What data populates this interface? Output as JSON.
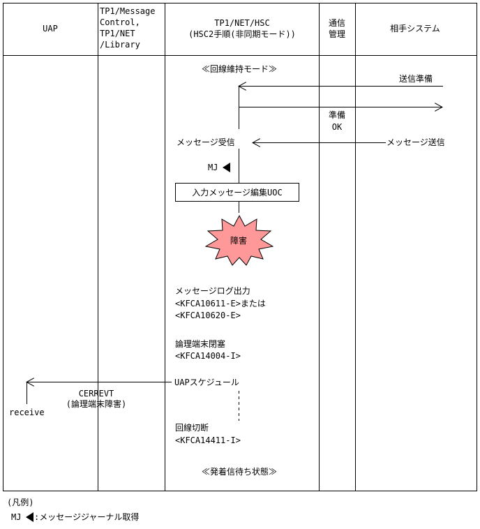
{
  "header": {
    "col_uap": "UAP",
    "col_tp1_message": [
      "TP1/Message",
      "Control,",
      "TP1/NET",
      "/Library"
    ],
    "col_hsc": [
      "TP1/NET/HSC",
      "(HSC2手順(非同期モード))"
    ],
    "col_comm": [
      "通信",
      "管理"
    ],
    "col_remote": "相手システム"
  },
  "flow": {
    "state_maintain": "≪回線維持モード≫",
    "send_prepare": "送信準備",
    "ready_ok": [
      "準備",
      "OK"
    ],
    "message_receive": "メッセージ受信",
    "message_send": "メッセージ送信",
    "mj": "MJ",
    "uoc_box": "入力メッセージ編集UOC",
    "failure": "障害",
    "log_output": [
      "メッセージログ出力",
      "<KFCA10611-E>または",
      "<KFCA10620-E>"
    ],
    "terminal_blocked": [
      "論理端末閉塞",
      "<KFCA14004-I>"
    ],
    "uap_schedule": "UAPスケジュール",
    "cerrevt": [
      "CERREVT",
      "(論理端末障害)"
    ],
    "receive": "receive",
    "line_disconnect": [
      "回線切断",
      "<KFCA14411-I>"
    ],
    "state_wait": "≪発着信待ち状態≫"
  },
  "legend": {
    "title": "(凡例)",
    "mj": "MJ",
    "description": ":メッセージジャーナル取得"
  },
  "colors": {
    "failure_fill": "#ff9999",
    "line": "#000000"
  }
}
